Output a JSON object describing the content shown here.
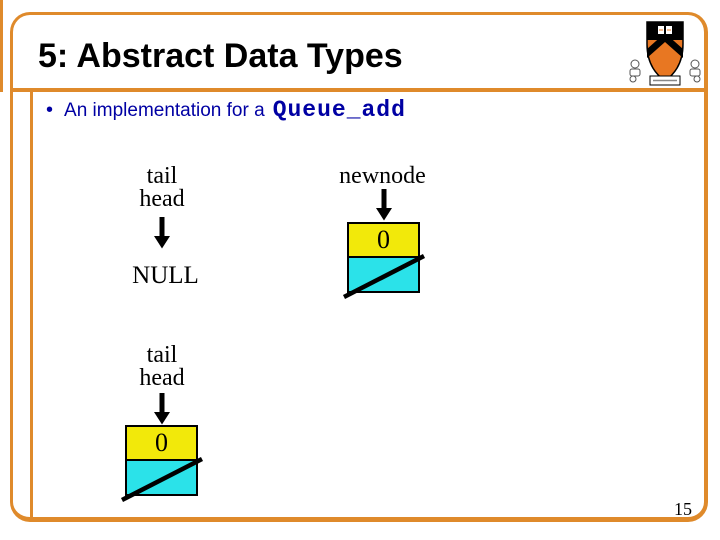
{
  "slide": {
    "title": "5: Abstract Data Types",
    "page_number": "15"
  },
  "bullet": {
    "prefix": "An implementation for a",
    "code": "Queue_add"
  },
  "diagram": {
    "pointer_top": {
      "line1": "tail",
      "line2": "head",
      "target": "NULL"
    },
    "newnode": {
      "label": "newnode",
      "node_value": "0"
    },
    "pointer_bottom": {
      "line1": "tail",
      "line2": "head",
      "node_value": "0"
    }
  },
  "logo": {
    "name": "princeton-shield"
  },
  "colors": {
    "accent_orange": "#DF8A2B",
    "logo_orange": "#E87722",
    "text_navy": "#0000A3",
    "node_yellow": "#F2E90A",
    "node_cyan": "#2BE2E9",
    "line_black": "#000000"
  }
}
